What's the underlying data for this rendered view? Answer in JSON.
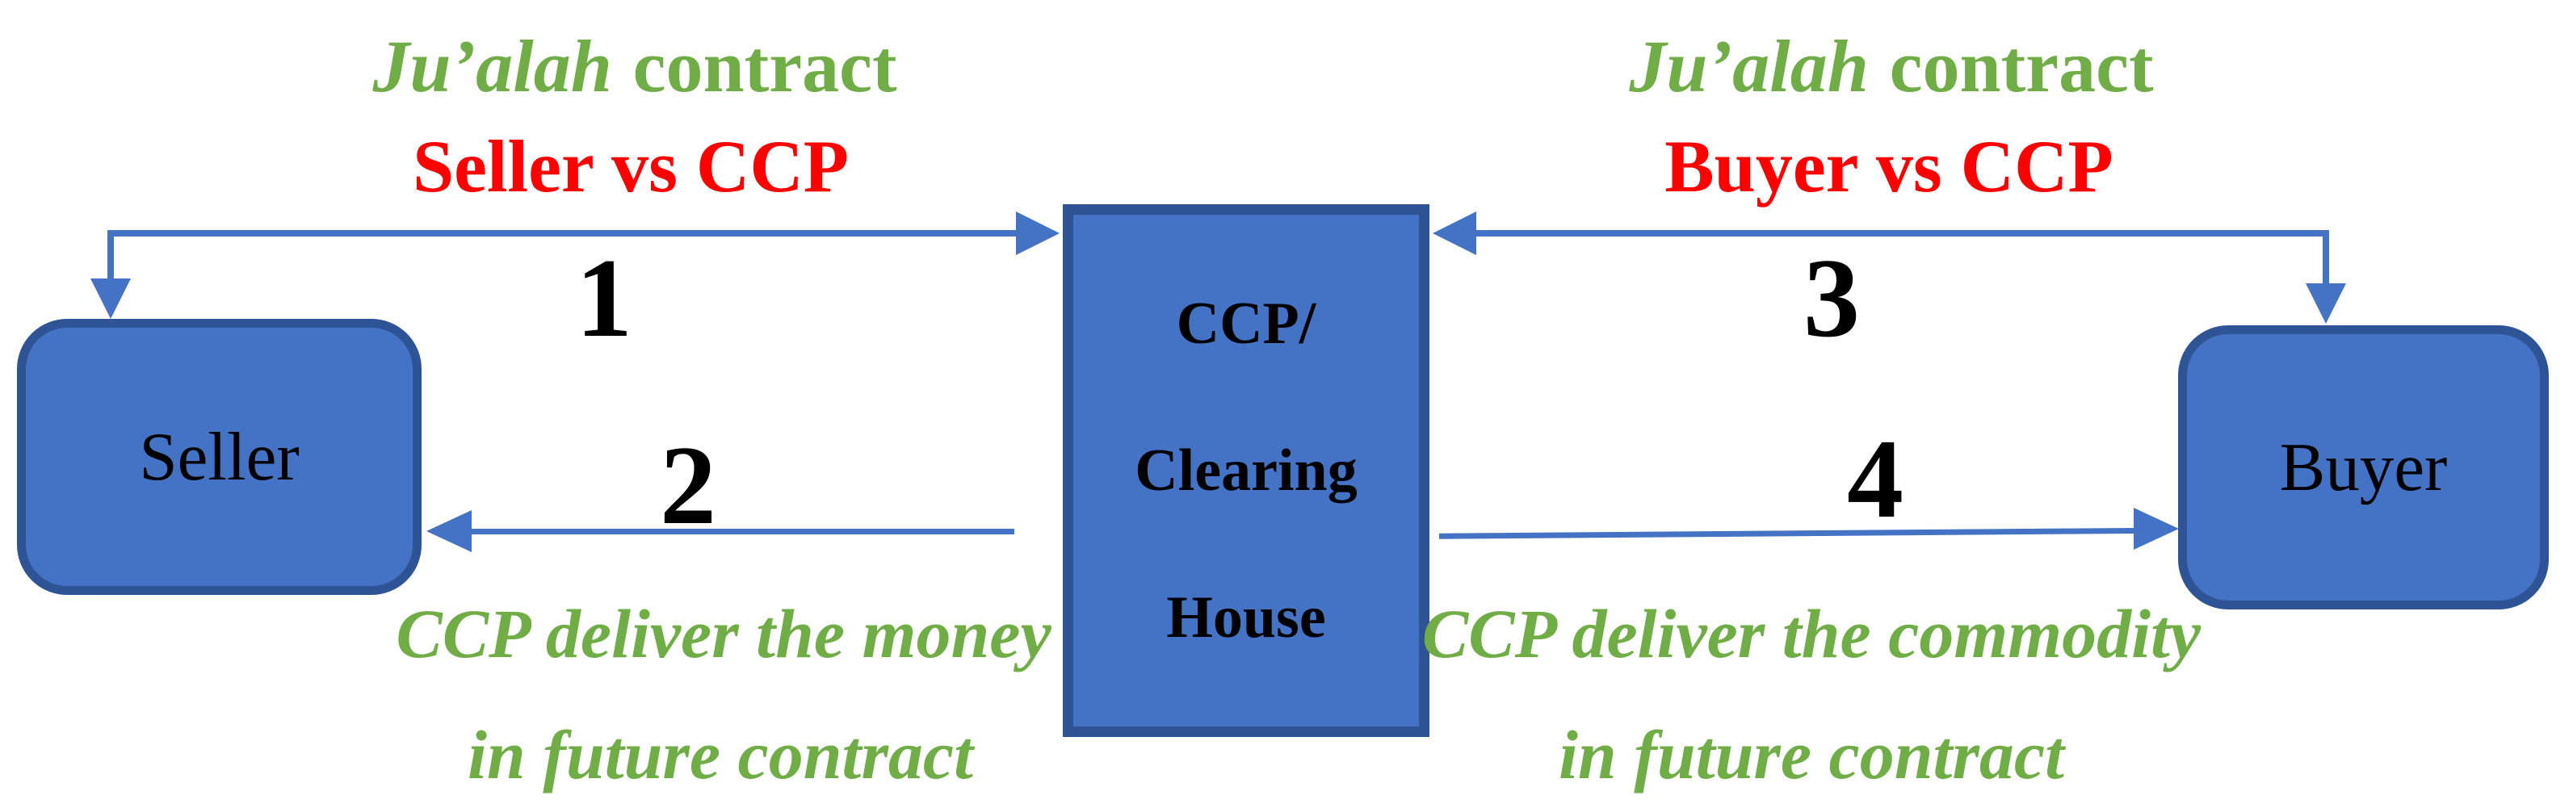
{
  "diagram": {
    "titles": {
      "left": {
        "italic": "Ju’alah",
        "rest": "contract",
        "subtitle": "Seller vs CCP"
      },
      "right": {
        "italic": "Ju’alah",
        "rest": "contract",
        "subtitle": "Buyer vs CCP"
      }
    },
    "nodes": {
      "seller": "Seller",
      "buyer": "Buyer",
      "ccp_lines": [
        "CCP/",
        "Clearing",
        "House"
      ]
    },
    "flow_numbers": {
      "step1": "1",
      "step2": "2",
      "step3": "3",
      "step4": "4"
    },
    "captions": {
      "left_line1": "CCP deliver the money",
      "left_line2": "in future contract",
      "right_line1": "CCP deliver the commodity",
      "right_line2": "in future contract"
    },
    "colors": {
      "node_fill": "#4472C4",
      "node_border": "#2F5496",
      "connector": "#4472C4",
      "title_green": "#70AD47",
      "title_red": "#FF0000",
      "text_black": "#000000"
    }
  }
}
